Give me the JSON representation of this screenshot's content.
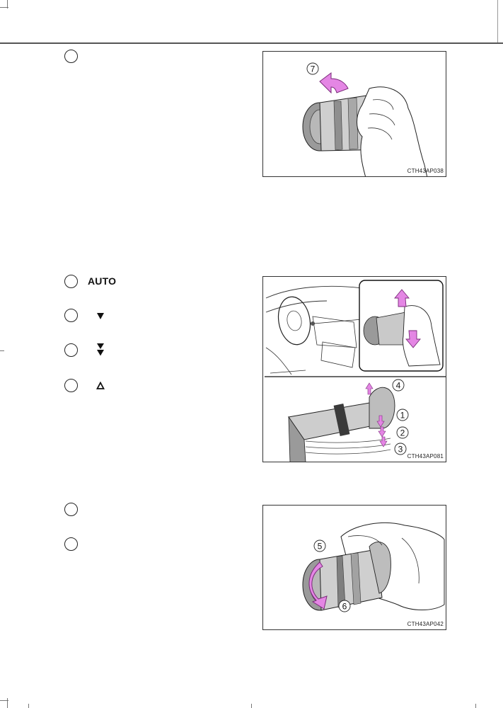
{
  "items": {
    "auto_label": "AUTO"
  },
  "figures": [
    {
      "code": "CTH43AP038",
      "callouts": [
        "7"
      ]
    },
    {
      "code": "CTH43AP081",
      "callouts": [
        "4",
        "1",
        "2",
        "3"
      ]
    },
    {
      "code": "CTH43AP042",
      "callouts": [
        "5",
        "6"
      ]
    }
  ],
  "colors": {
    "arrow": "#e486e4",
    "arrow_stroke": "#7a2a7a",
    "rule": "#555555"
  },
  "icons": [
    "triangle-down-icon",
    "double-triangle-down-icon",
    "triangle-up-outline-icon"
  ]
}
